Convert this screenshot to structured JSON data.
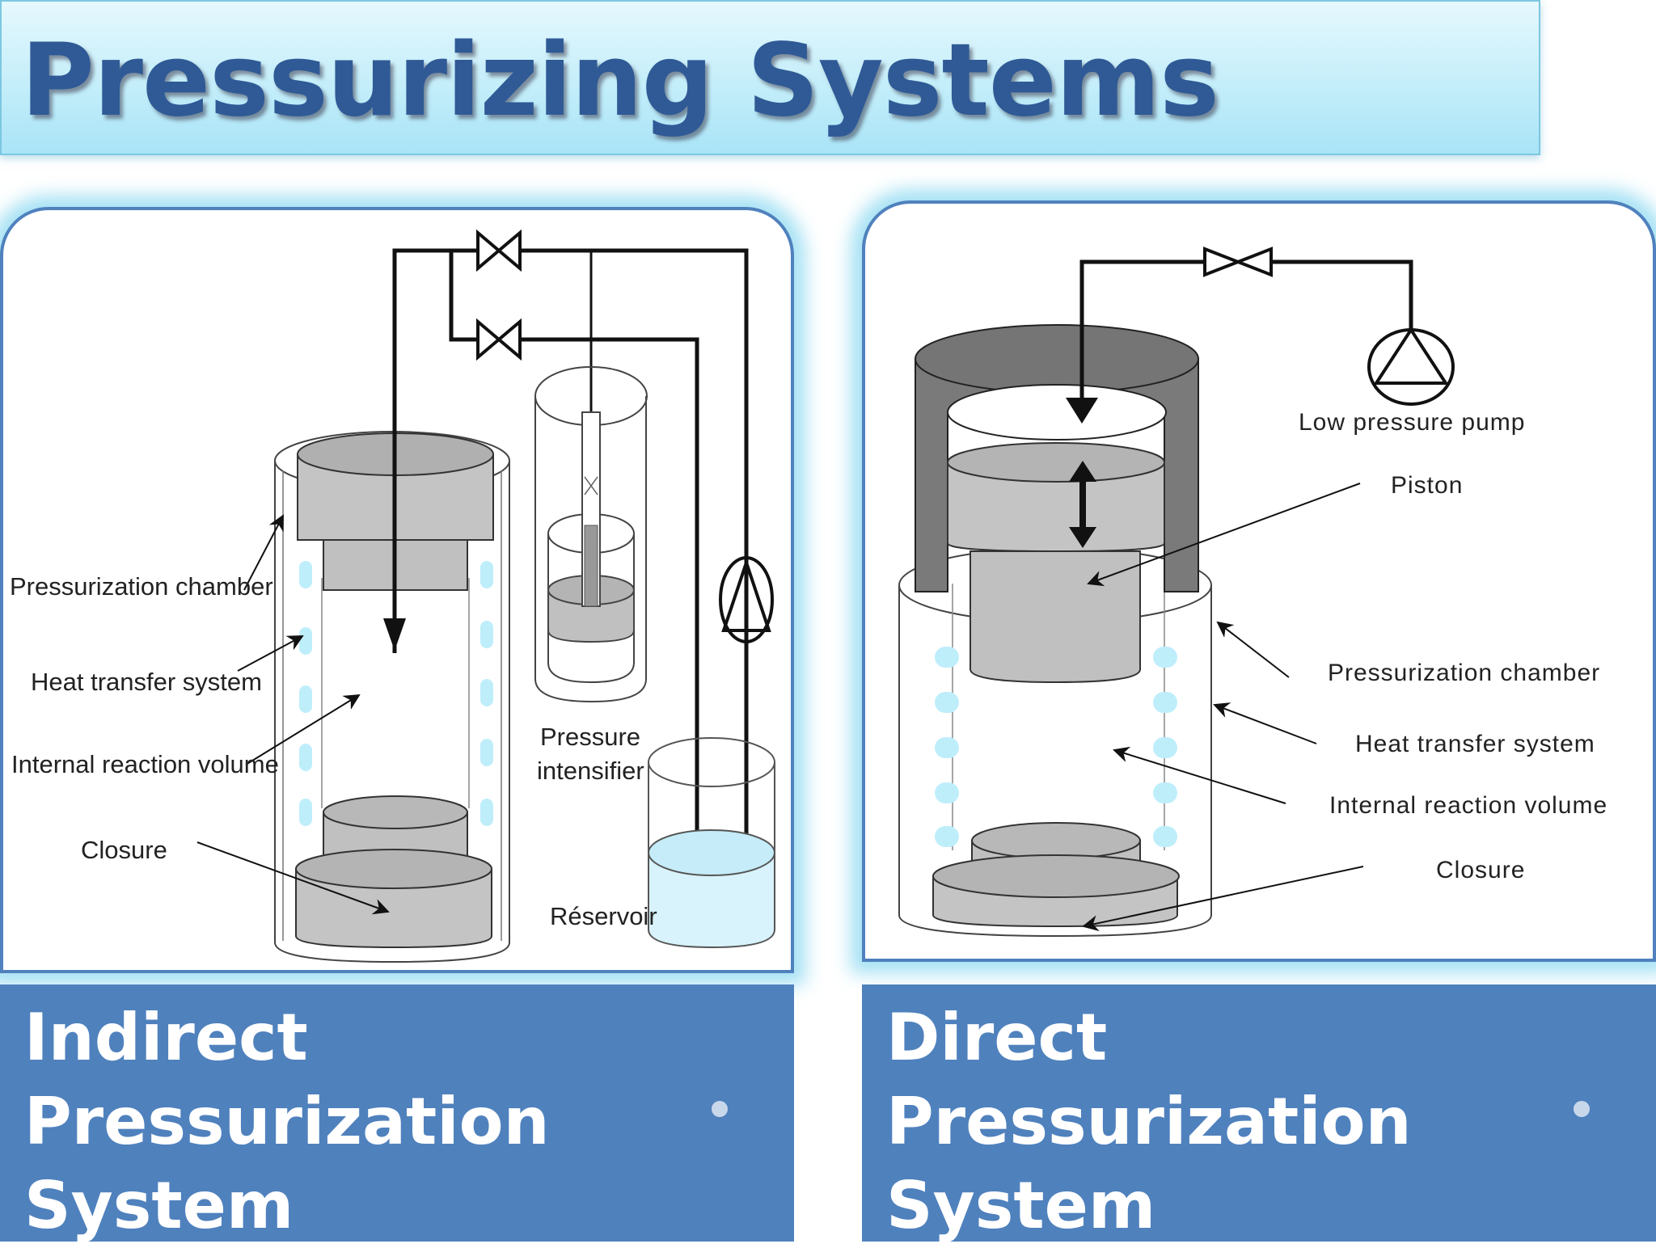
{
  "title": "Pressurizing Systems",
  "indirect": {
    "labels": {
      "chamber": "Pressurization chamber",
      "heat": "Heat transfer system",
      "volume": "Internal reaction volume",
      "closure": "Closure",
      "intensifier_1": "Pressure",
      "intensifier_2": "intensifier",
      "reservoir": "Réservoir"
    },
    "caption": [
      "Indirect",
      "Pressurization",
      "System"
    ]
  },
  "direct": {
    "labels": {
      "pump": "Low pressure pump",
      "piston": "Piston",
      "chamber": "Pressurization chamber",
      "heat": "Heat transfer system",
      "volume": "Internal reaction volume",
      "closure": "Closure"
    },
    "caption": [
      "Direct",
      "Pressurization",
      "System"
    ]
  },
  "colors": {
    "title_text": "#2f5a96",
    "caption_bg": "#4f81bd",
    "glow": "#87d7f0"
  }
}
